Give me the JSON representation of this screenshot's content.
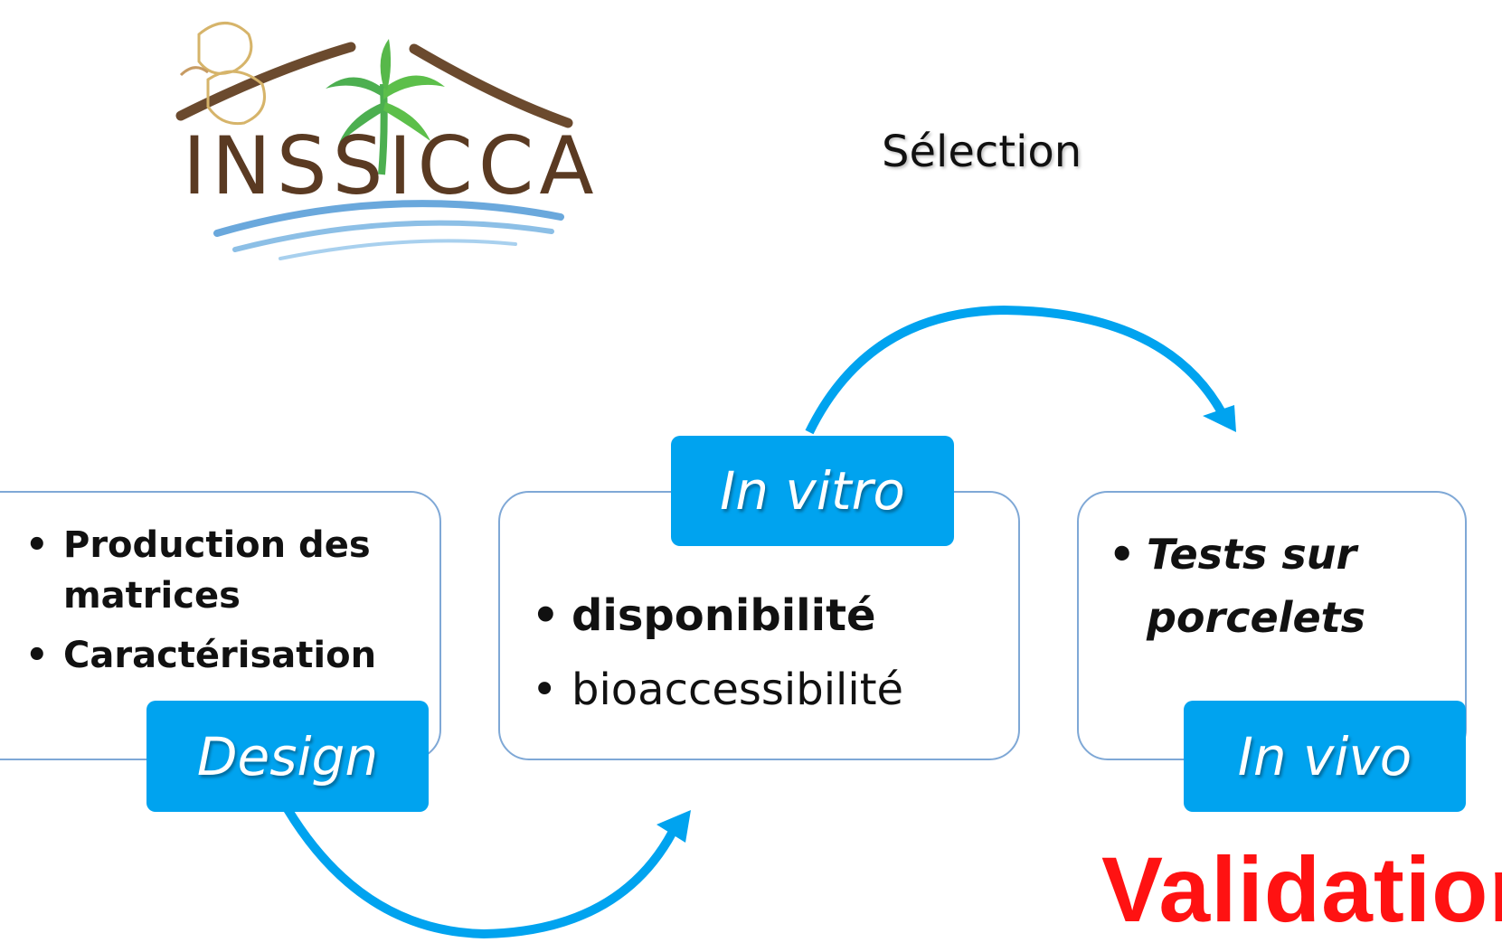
{
  "logo": {
    "text": "INSSICCA"
  },
  "selection_label": "Sélection",
  "stages": {
    "design": {
      "label": "Design",
      "items": [
        "Production des matrices",
        "Caractérisation"
      ]
    },
    "in_vitro": {
      "label": "In vitro",
      "items": [
        "disponibilité",
        "bioaccessibilité"
      ]
    },
    "in_vivo": {
      "label": "In vivo",
      "items": [
        "Tests sur porcelets"
      ]
    }
  },
  "validation_label": "Validation",
  "colors": {
    "accent": "#00a3ef",
    "card_border": "#7fa8d6",
    "validation": "#ff1212",
    "logo_brown": "#5a3a22",
    "logo_green": "#4caf50",
    "logo_water": "#6aa8dc"
  }
}
